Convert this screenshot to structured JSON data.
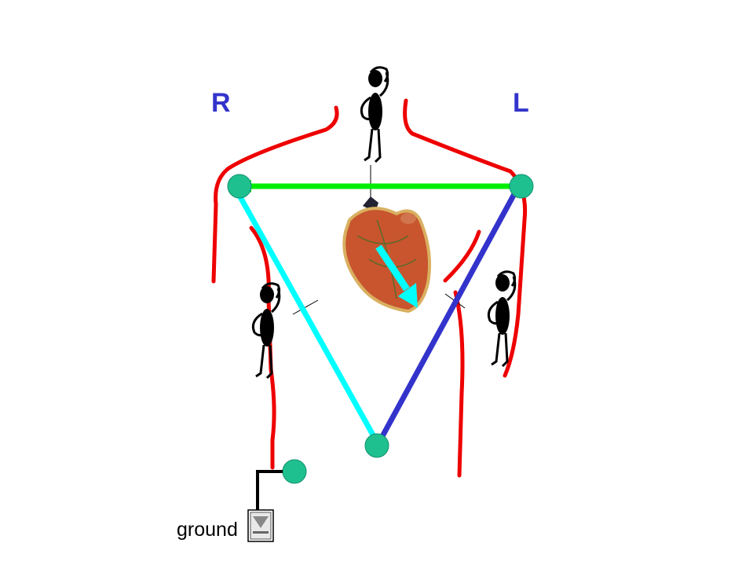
{
  "labels": {
    "right": "R",
    "left": "L",
    "ground": "ground"
  },
  "colors": {
    "lead_I": "#00ee00",
    "lead_II": "#00ffff",
    "lead_III": "#3333cc",
    "heart_vector": "#00ffff",
    "electrode": "#1fc08f",
    "body_outline": "#ee0000",
    "label": "#3333cc"
  },
  "icons": [
    "electrode",
    "ground-symbol",
    "stick-figure-observer",
    "heart-image"
  ]
}
